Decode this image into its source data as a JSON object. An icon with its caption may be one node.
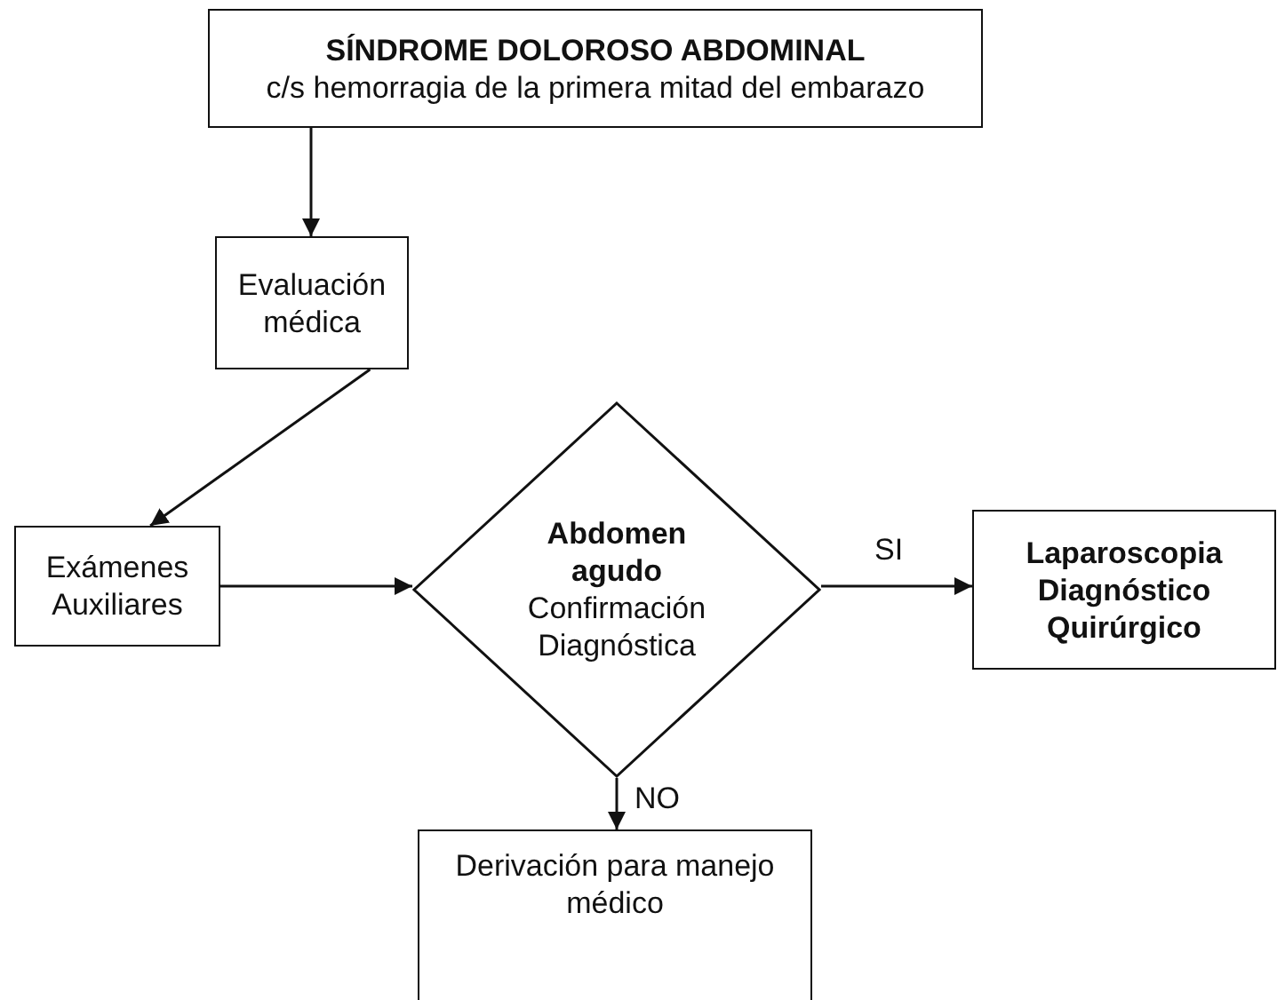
{
  "diagram": {
    "nodes": [
      {
        "text": [
          "SÍNDROME DOLOROSO ABDOMINAL",
          "c/s hemorragia de la primera mitad del embarazo"
        ]
      },
      {
        "text": [
          "Evaluación médica"
        ]
      },
      {
        "text": [
          "Exámenes Auxiliares"
        ]
      },
      {
        "text": [
          "Abdomen agudo",
          "Confirmación Diagnóstica"
        ]
      },
      {
        "text": [
          "Laparoscopia Diagnóstico Quirúrgico"
        ]
      },
      {
        "text": [
          "Derivación para manejo médico"
        ]
      }
    ],
    "edges": [
      {
        "from": 0,
        "to": 1,
        "arrow": "to"
      },
      {
        "from": 1,
        "to": 2,
        "arrow": "to"
      },
      {
        "from": 2,
        "to": 3,
        "arrow": "to"
      },
      {
        "from": 3,
        "to": 4,
        "label": "SI",
        "arrow": "to"
      },
      {
        "from": 3,
        "to": 5,
        "label": "NO",
        "arrow": "to"
      }
    ]
  }
}
